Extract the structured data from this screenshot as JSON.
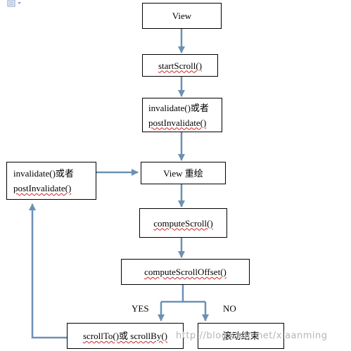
{
  "nodes": {
    "view": "View",
    "start_scroll": "startScroll()",
    "invalidate_line1": "invalidate()或者",
    "invalidate_line2": "postInvalidate()",
    "view_redraw": "View 重绘",
    "left_invalidate_line1": "invalidate()或者",
    "left_invalidate_line2": "postInvalidate()",
    "compute_scroll": "computeScroll()",
    "compute_scroll_offset": "computeScrollOffset()",
    "scroll_to_by": "scrollTo()或 scrollBy()",
    "scroll_end": "滚动结束"
  },
  "branch_labels": {
    "yes": "YES",
    "no": "NO"
  },
  "watermark": "http://blog.csdn.net/xiaanming",
  "colors": {
    "arrow": "#6d90b4",
    "box_border": "#000000",
    "squiggle": "#d42020"
  },
  "icons": {
    "top_left": "document-icon"
  }
}
